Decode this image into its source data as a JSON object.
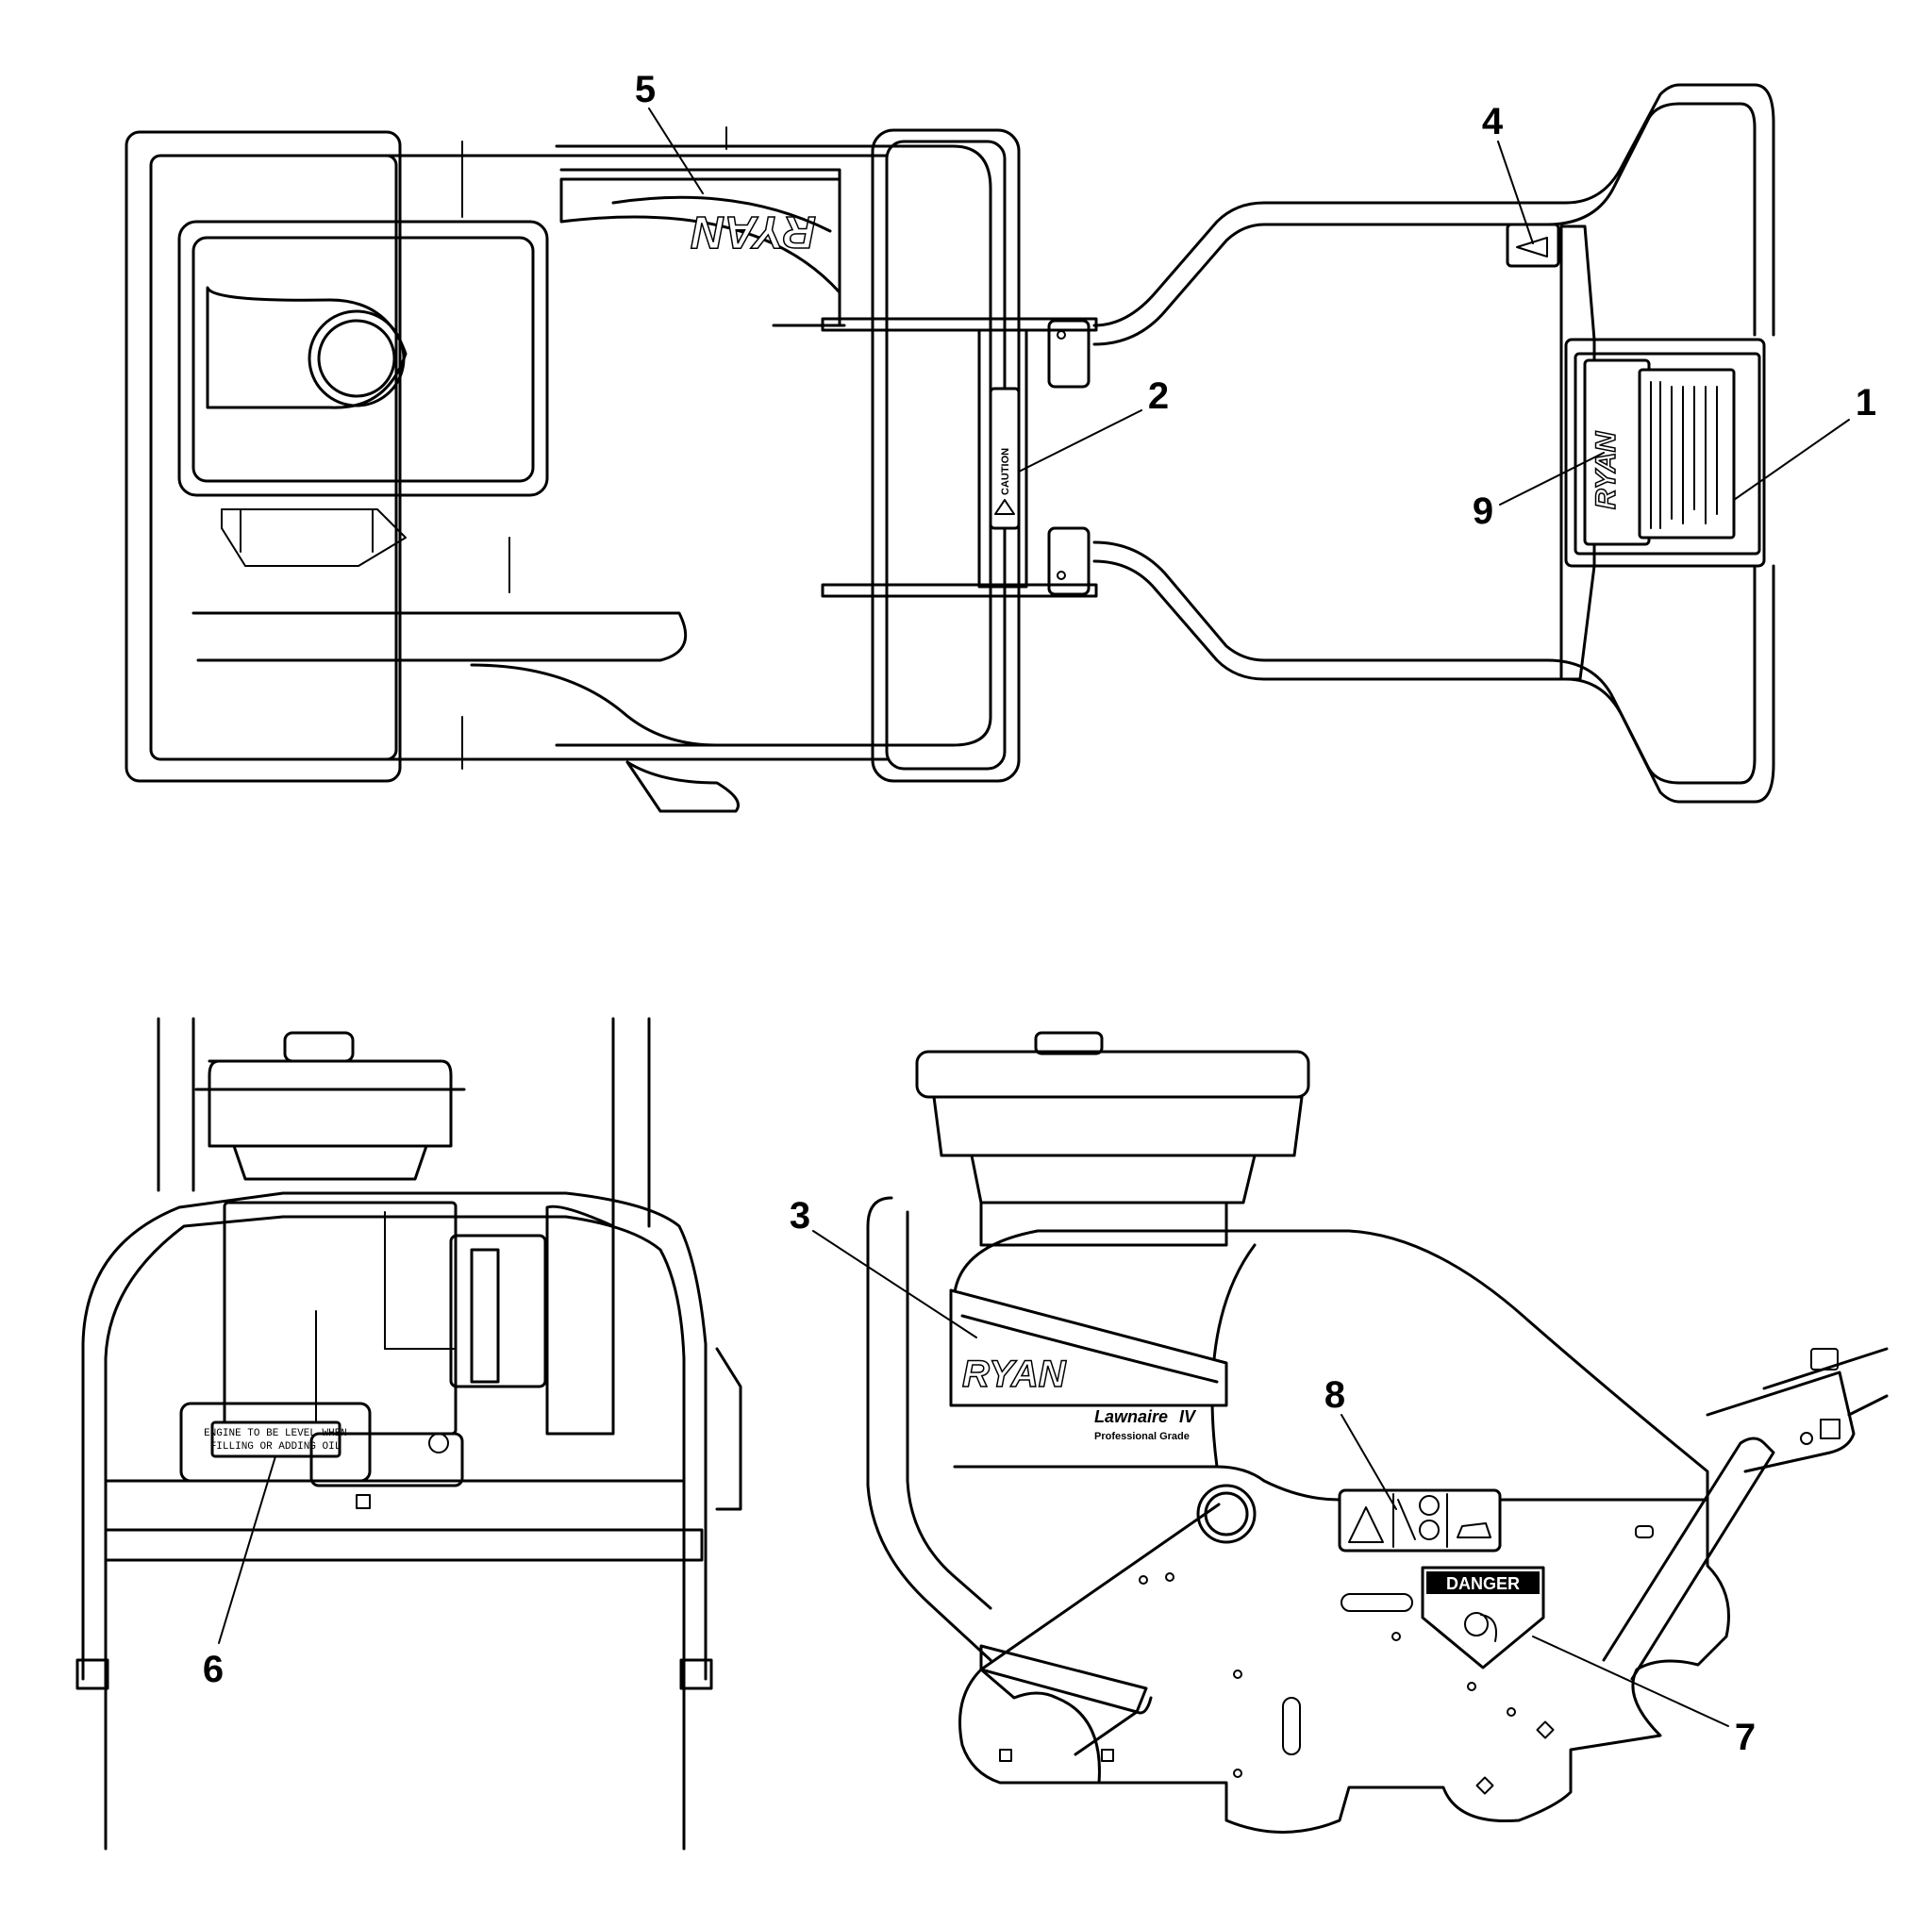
{
  "callouts": [
    {
      "id": "1",
      "label": "1"
    },
    {
      "id": "2",
      "label": "2"
    },
    {
      "id": "3",
      "label": "3"
    },
    {
      "id": "4",
      "label": "4"
    },
    {
      "id": "5",
      "label": "5"
    },
    {
      "id": "6",
      "label": "6"
    },
    {
      "id": "7",
      "label": "7"
    },
    {
      "id": "8",
      "label": "8"
    },
    {
      "id": "9",
      "label": "9"
    }
  ],
  "decals": {
    "brand": "RYAN",
    "caution_word": "CAUTION",
    "danger_word": "DANGER",
    "model_name": "Lawnaire",
    "model_suffix": "IV",
    "model_subtitle": "Professional Grade",
    "engine_oil_line1": "ENGINE TO BE LEVEL WHEN",
    "engine_oil_line2": "FILLING OR ADDING OIL"
  }
}
